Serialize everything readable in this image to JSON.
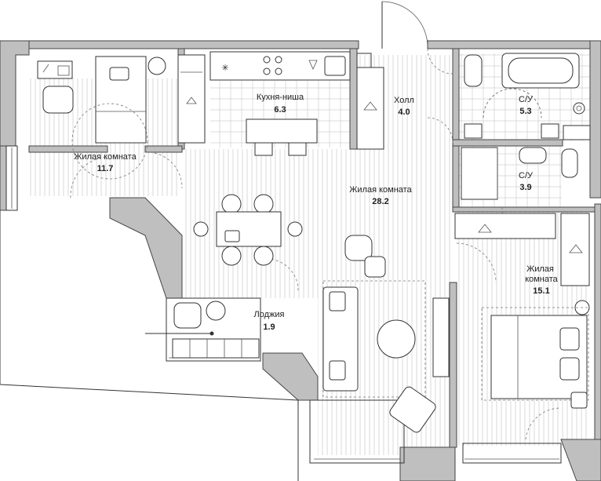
{
  "rooms": [
    {
      "id": "bedroom-small",
      "name": "Жилая комната",
      "area": "11.7"
    },
    {
      "id": "kitchen",
      "name": "Кухня-ниша",
      "area": "6.3"
    },
    {
      "id": "hall",
      "name": "Холл",
      "area": "4.0"
    },
    {
      "id": "bath-1",
      "name": "С/У",
      "area": "5.3"
    },
    {
      "id": "bath-2",
      "name": "С/У",
      "area": "3.9"
    },
    {
      "id": "living",
      "name": "Жилая комната",
      "area": "28.2"
    },
    {
      "id": "bedroom-large",
      "name": "Жилая комната",
      "area": "15.1"
    },
    {
      "id": "loggia",
      "name": "Лоджия",
      "area": "1.9"
    }
  ],
  "colors": {
    "wall": "#bfbfbf",
    "line": "#333333",
    "background": "#ffffff"
  }
}
